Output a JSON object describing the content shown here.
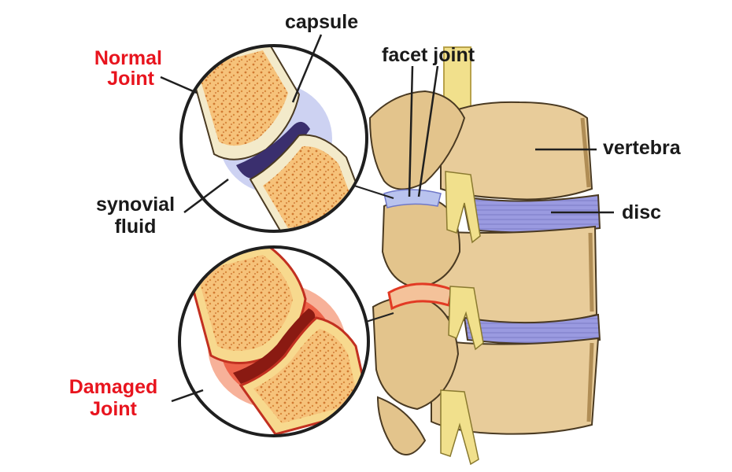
{
  "labels": {
    "normal_joint_line1": "Normal",
    "normal_joint_line2": "Joint",
    "capsule": "capsule",
    "facet_joint": "facet joint",
    "vertebra": "vertebra",
    "disc": "disc",
    "synovial_line1": "synovial",
    "synovial_line2": "fluid",
    "damaged_joint_line1": "Damaged",
    "damaged_joint_line2": "Joint"
  },
  "colors": {
    "highlight_text": "#e8141e",
    "label_text": "#1a1a1a",
    "bone": "#e8cc9a",
    "bone_shadow": "#c9a66c",
    "disc": "#8f8fd6",
    "marrow": "#f3b86a",
    "inflamed": "#e63a24",
    "nerve": "#f1e08c"
  }
}
